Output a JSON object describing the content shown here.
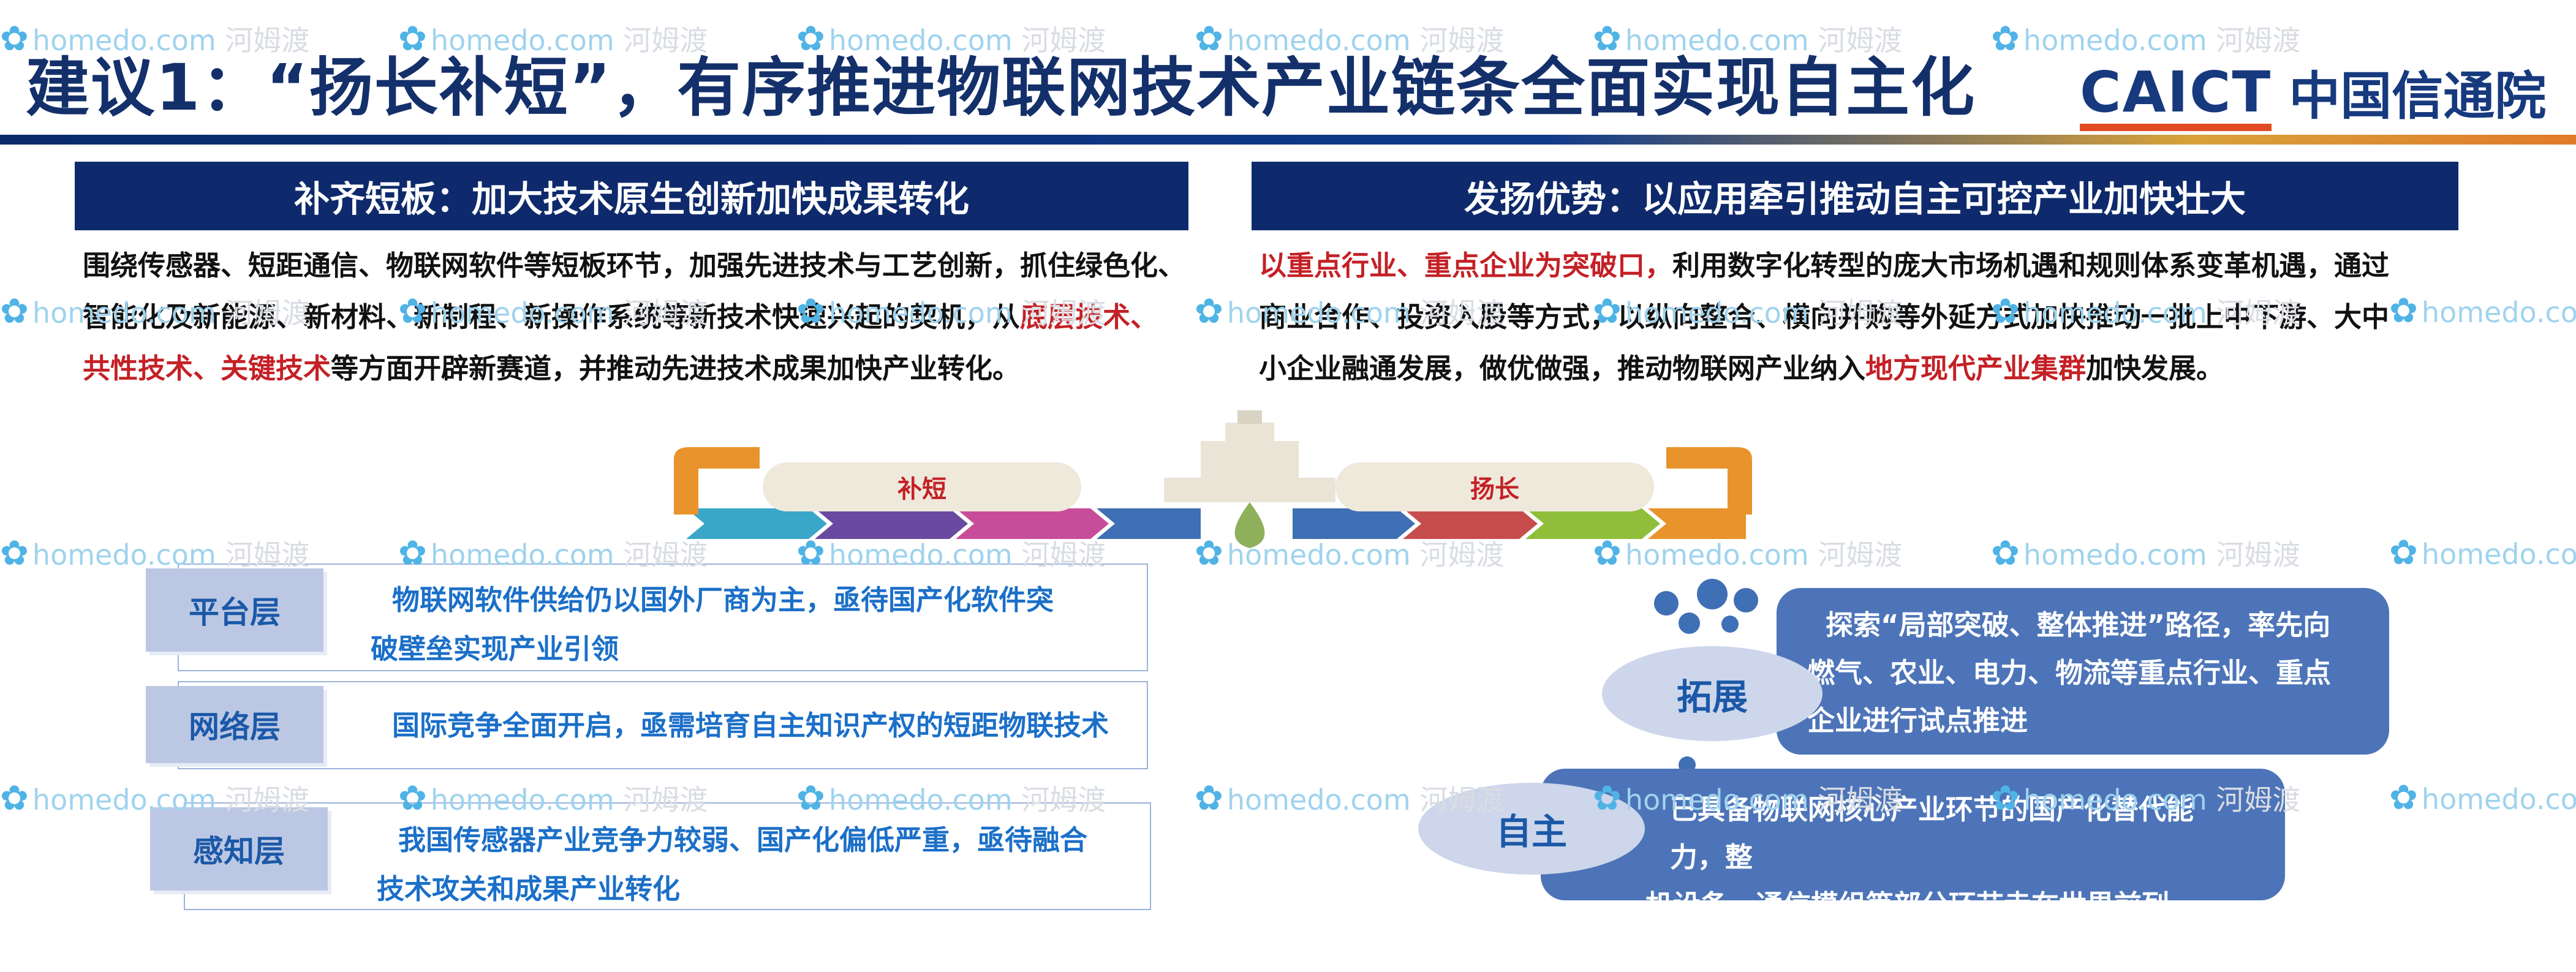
{
  "header": {
    "title": "建议1：“扬长补短”，有序推进物联网技术产业链条全面实现自主化",
    "logo_en": "CAICT",
    "logo_cn": "中国信通院"
  },
  "left_section": {
    "heading": "补齐短板：加大技术原生创新加快成果转化",
    "p1": "围绕传感器、短距通信、物联网软件等短板环节，加强先进技术与工艺创新，抓住绿色化、",
    "p2a": "智能化及新能源、新材料、新制程、新操作系统等新技术快速兴起的契机，从",
    "p2b": "底层技术、",
    "p3a": "共性技术、关键技术",
    "p3b": "等方面开辟新赛道，并推动先进技术成果加快产业转化。"
  },
  "right_section": {
    "heading": "发扬优势：以应用牵引推动自主可控产业加快壮大",
    "p1a": "以重点行业、重点企业为突破口，",
    "p1b": "利用数字化转型的庞大市场机遇和规则体系变革机遇，通过",
    "p2": "商业合作、投资入股等方式，以纵向整合、横向并购等外延方式加快推动一批上中下游、大中",
    "p3a": "小企业融通发展，做优做强，推动物联网产业纳入",
    "p3b": "地方现代产业集群",
    "p3c": "加快发展。"
  },
  "flow": {
    "left_label": "补短",
    "right_label": "扬长"
  },
  "layers": [
    {
      "name": "平台层",
      "line1": "物联网软件供给仍以国外厂商为主，亟待国产化软件突",
      "line2": "破壁垒实现产业引领"
    },
    {
      "name": "网络层",
      "line1": "国际竞争全面开启，亟需培育自主知识产权的短距物联技术",
      "line2": ""
    },
    {
      "name": "感知层",
      "line1": "我国传感器产业竞争力较弱、国产化偏低严重，亟待融合",
      "line2": "技术攻关和成果产业转化"
    }
  ],
  "right_items": [
    {
      "name": "拓展",
      "line1": "探索“局部突破、整体推进”路径，率先向",
      "line2": "燃气、农业、电力、物流等重点行业、重点",
      "line3": "企业进行试点推进"
    },
    {
      "name": "自主",
      "line1": "已具备物联网核心产业环节的国产化替代能力，整",
      "line2": "机设备、通信模组等部分环节走在世界前列"
    }
  ],
  "watermark": {
    "text_en": "homedo.com",
    "text_cn": "河姆渡"
  },
  "colors": {
    "navy": "#0e2a6c",
    "red": "#c42025",
    "blue_text": "#1b6fc8",
    "bubble": "#4d74b8"
  }
}
